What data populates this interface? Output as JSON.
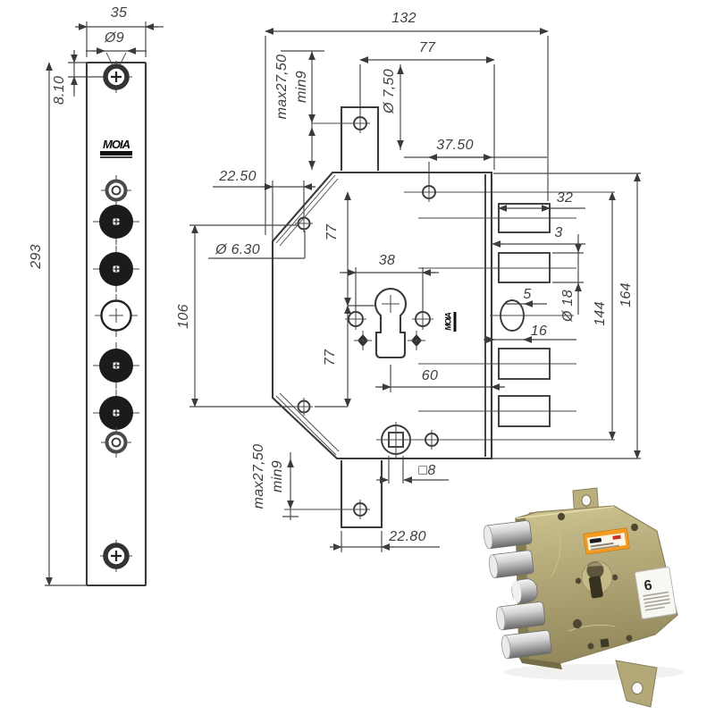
{
  "page": {
    "background": "#ffffff",
    "line_color": "#3a3a3a",
    "text_color": "#3f3f3f"
  },
  "faceplate_view": {
    "logo": "MOIA",
    "dims": {
      "width": "35",
      "hole_dia": "Ø9",
      "hole_offset": "8.10",
      "height": "293"
    }
  },
  "body_view": {
    "logo": "MOIA",
    "dims": {
      "width": "132",
      "top_width": "77",
      "top_slot_max": "max27,50",
      "top_slot_min": "min9",
      "top_hole_dia": "Ø 7,50",
      "top_hole_offset": "37.50",
      "chamfer_offset": "22.50",
      "chamfer_hole_dia": "Ø 6.30",
      "upper_spacing": "77",
      "cylinder_width": "38",
      "side_hole_spacing": "106",
      "lower_spacing": "77",
      "latch_offset": "5",
      "latch_depth": "16",
      "backset": "60",
      "bolt_throw": "32",
      "plate_thickness": "3",
      "bolt_dia": "Ø 18",
      "inner_height": "144",
      "outer_height": "164",
      "spindle_square": "□8",
      "bottom_tab_width": "22.80",
      "bottom_slot_max": "max27,50",
      "bottom_slot_min": "min9"
    }
  },
  "photo": {
    "cert_label": "6",
    "body_color": "#b2a878",
    "bolt_color": "#d3d3d3",
    "label_orange": "#f59b22"
  }
}
